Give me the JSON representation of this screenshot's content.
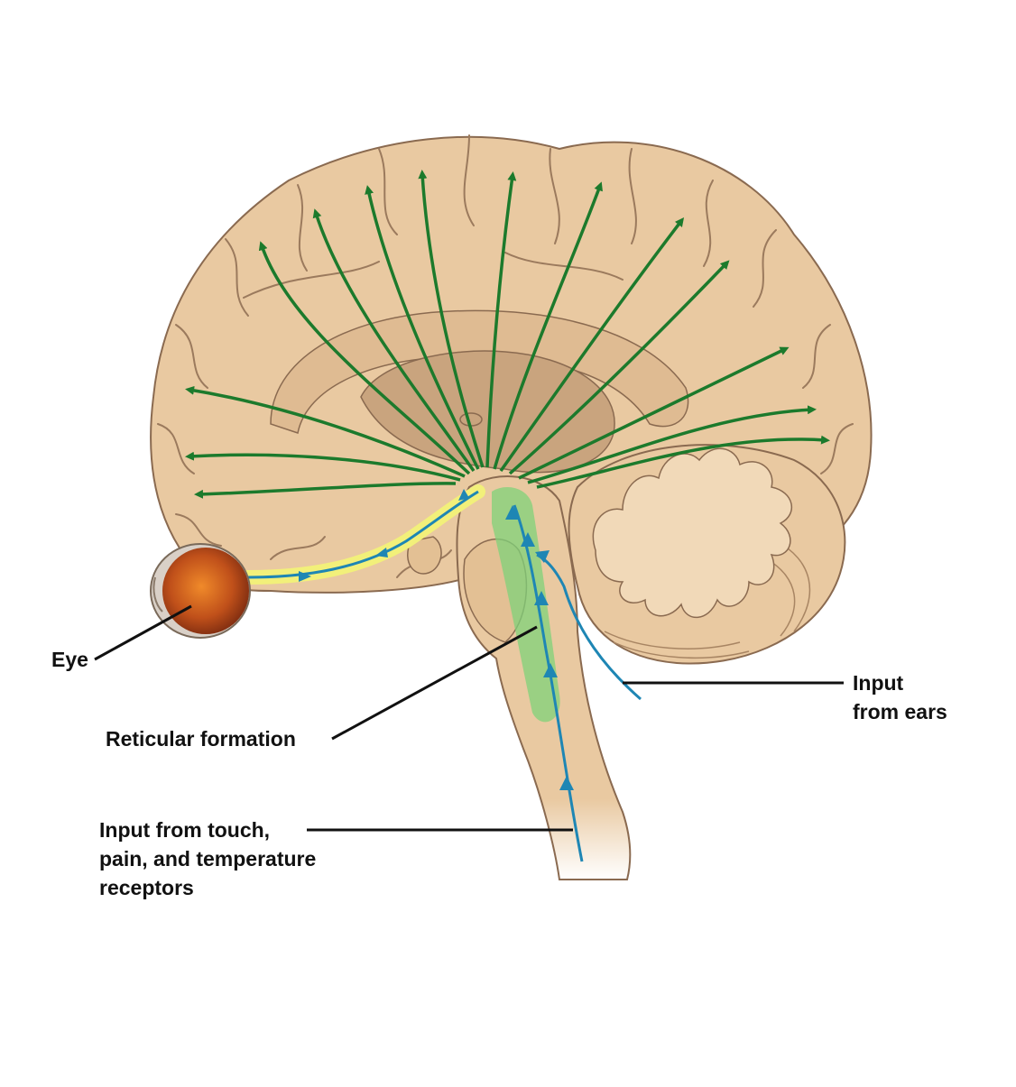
{
  "labels": {
    "eye": "Eye",
    "reticular_formation": "Reticular formation",
    "ears_line1": "Input",
    "ears_line2": "from ears",
    "touch_line1": "Input from touch,",
    "touch_line2": "pain, and temperature",
    "touch_line3": "receptors"
  },
  "colors": {
    "brain_fill": "#e9c9a1",
    "brain_outline": "#8a6a50",
    "deep_fill": "#c9a47e",
    "reticular_green": "#7fd27a",
    "projection_arrow": "#1c7a2c",
    "sensory_arrow": "#1e86b4",
    "optic_yellow": "#f2f07a",
    "eye_iris": "#d2691e",
    "leader_line": "#111111"
  }
}
